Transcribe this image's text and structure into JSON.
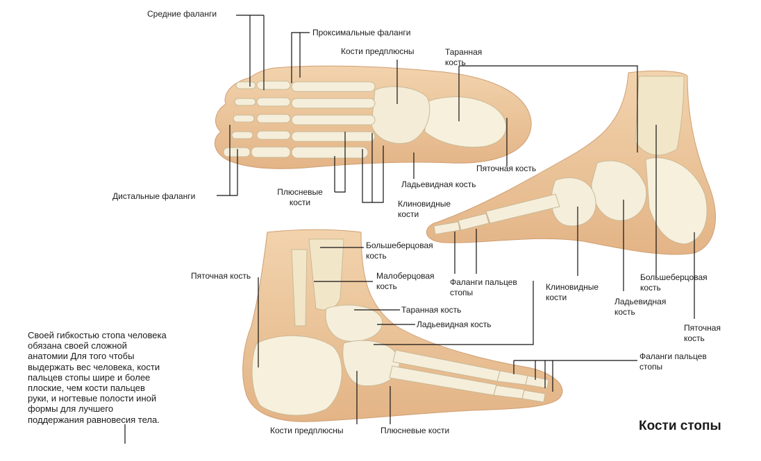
{
  "figure": {
    "title": "Кости стопы",
    "caption": [
      "Своей гибкостью стопа человека",
      "обязана  своей  сложной",
      "анатомии  Для того чтобы",
      "выдержать вес человека, кости",
      "пальцев стопы шире и более",
      "плоские, чем кости пальцев",
      "руки, и ногтевые полости     иной",
      "формы  для  лучшего",
      "поддержания равновесия тела."
    ]
  },
  "top_view": {
    "middle_phalanges": "Средние фаланги",
    "proximal_phalanges": "Проксимальные фаланги",
    "tarsal_bones": "Кости предплюсны",
    "talus": [
      "Таранная",
      "кость"
    ],
    "calcaneus": "Пяточная кость",
    "navicular": "Ладьевидная кость",
    "cuneiform": [
      "Клиновидные",
      "кости"
    ],
    "metatarsals": [
      "Плюсневые",
      "кости"
    ],
    "distal_phalanges": "Дистальные фаланги"
  },
  "inner_side_view": {
    "tibia": [
      "Большеберцовая",
      "кость"
    ],
    "navicular": [
      "Ладьевидная",
      "кость"
    ],
    "calcaneus": [
      "Пяточная",
      "кость"
    ],
    "cuneiform": [
      "Клиновидные",
      "кости"
    ],
    "toe_phalanges": [
      "Фаланги пальцев",
      "стопы"
    ]
  },
  "outer_side_view": {
    "tibia": [
      "Большеберцовая",
      "кость"
    ],
    "fibula": [
      "Малоберцовая",
      "кость"
    ],
    "talus": "Таранная кость",
    "navicular": "Ладьевидная кость",
    "calcaneus": "Пяточная кость",
    "toe_phalanges": [
      "Фаланги пальцев",
      "стопы"
    ],
    "tarsal_bones": "Кости предплюсны",
    "metatarsals": "Плюсневые кости"
  }
}
